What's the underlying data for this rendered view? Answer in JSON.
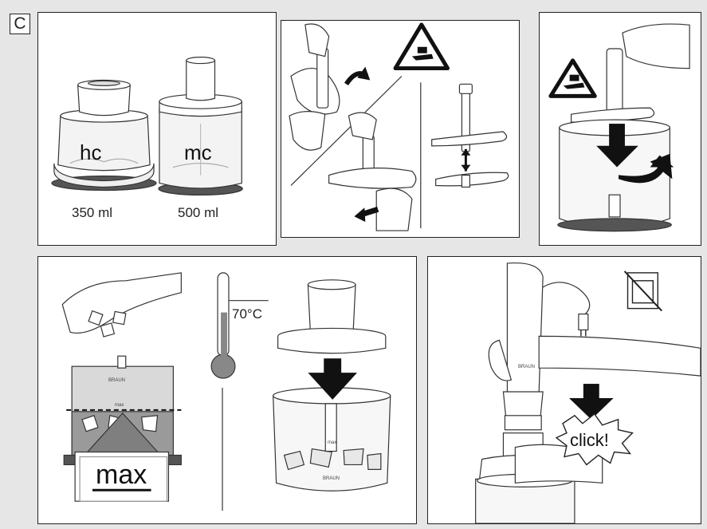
{
  "section": {
    "label": "C"
  },
  "panel1": {
    "left_jar": {
      "code": "hc",
      "capacity": "350 ml"
    },
    "right_jar": {
      "code": "mc",
      "capacity": "500 ml"
    }
  },
  "panel4": {
    "max_tag": "max",
    "temperature": "70°C",
    "jar_max": "max"
  },
  "panel5": {
    "click": "click!"
  },
  "brand": {
    "name": "BRAUN"
  },
  "icons": [
    "warning-blade-icon",
    "no-dishwasher-icon",
    "arrow-down-icon",
    "rotate-arrow-icon"
  ],
  "colors": {
    "outline": "#222222",
    "fill_grey": "#9a9a9a",
    "light_grey": "#d9d9d9",
    "arrow": "#111111"
  }
}
